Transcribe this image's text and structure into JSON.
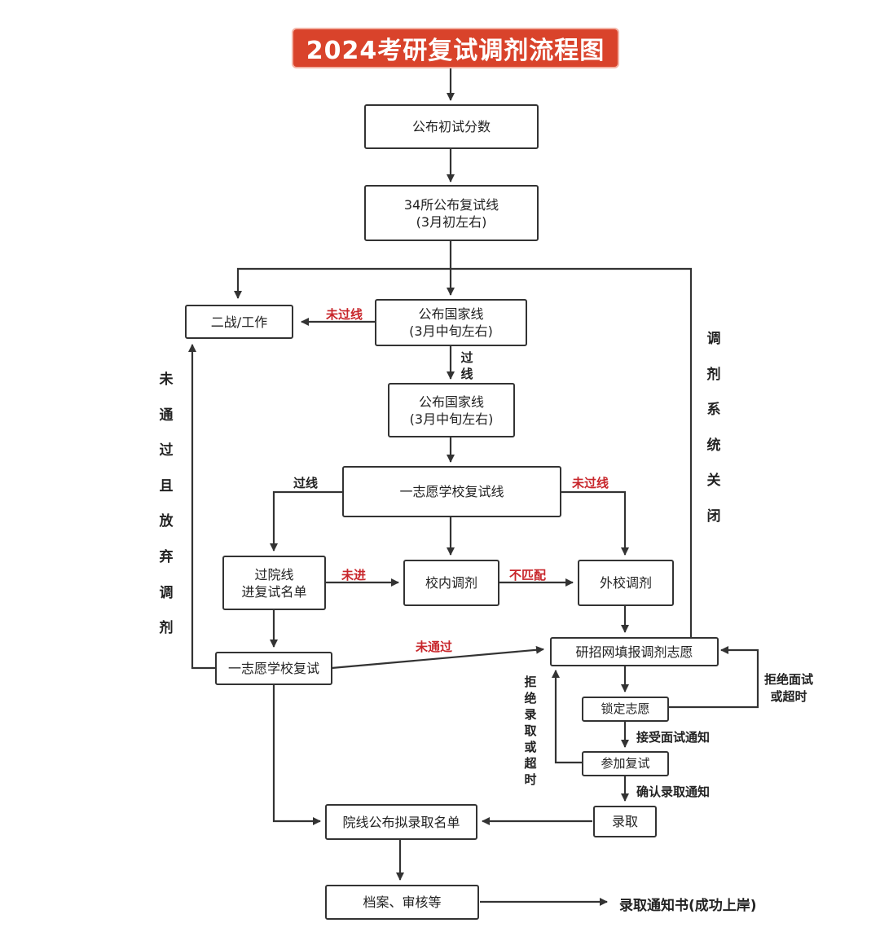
{
  "title": "2024考研复试调剂流程图",
  "nodes": {
    "publish_scores": "公布初试分数",
    "school34_line": "34所公布复试线\n(3月初左右)",
    "national_line_1": "公布国家线\n(3月中旬左右)",
    "national_line_2": "公布国家线\n(3月中旬左右)",
    "retry_or_work": "二战/工作",
    "first_choice_line": "一志愿学校复试线",
    "pass_dept_line": "过院线\n进复试名单",
    "internal_adjust": "校内调剂",
    "external_adjust": "外校调剂",
    "first_choice_retest": "一志愿学校复试",
    "fill_volunteer": "研招网填报调剂志愿",
    "lock_volunteer": "锁定志愿",
    "attend_retest": "参加复试",
    "admitted": "录取",
    "publish_admit_list": "院线公布拟录取名单",
    "files_review": "档案、审核等"
  },
  "labels": {
    "not_pass_line_national": "未过线",
    "pass_line_national": "过线",
    "pass_line_first": "过线",
    "not_pass_line_first": "未过线",
    "not_entered": "未进",
    "not_matched": "不匹配",
    "not_passed": "未通过",
    "failed_and_gave_up": "未通过且放弃调剂",
    "system_closed": "调剂系统关闭",
    "reject_interview": "拒绝面试\n或超时",
    "reject_admission": "拒绝录取或超时",
    "accept_interview": "接受面试通知",
    "confirm_admission": "确认录取通知",
    "final_outcome": "录取通知书(成功上岸)"
  },
  "colors": {
    "title_bg": "#d9432b",
    "label_red": "#c8262b",
    "line": "#333333"
  }
}
